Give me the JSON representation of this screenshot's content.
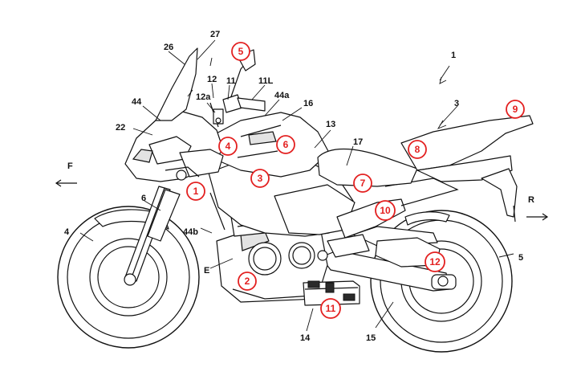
{
  "figure": {
    "direction_labels": {
      "front": "F",
      "rear": "R"
    },
    "reference_labels": {
      "r1": "1",
      "r3": "3",
      "r4": "4",
      "r5": "5",
      "r6": "6",
      "r11": "11",
      "r11L": "11L",
      "r12": "12",
      "r12a": "12a",
      "r13": "13",
      "r14": "14",
      "r15": "15",
      "r16": "16",
      "r17": "17",
      "r22": "22",
      "r26": "26",
      "r27": "27",
      "r44": "44",
      "r44a": "44a",
      "r44b": "44b",
      "rE": "E"
    },
    "callouts": [
      "1",
      "2",
      "3",
      "4",
      "5",
      "6",
      "7",
      "8",
      "9",
      "10",
      "11",
      "12"
    ],
    "callout_color": "#e32020",
    "line_color": "#111111"
  }
}
